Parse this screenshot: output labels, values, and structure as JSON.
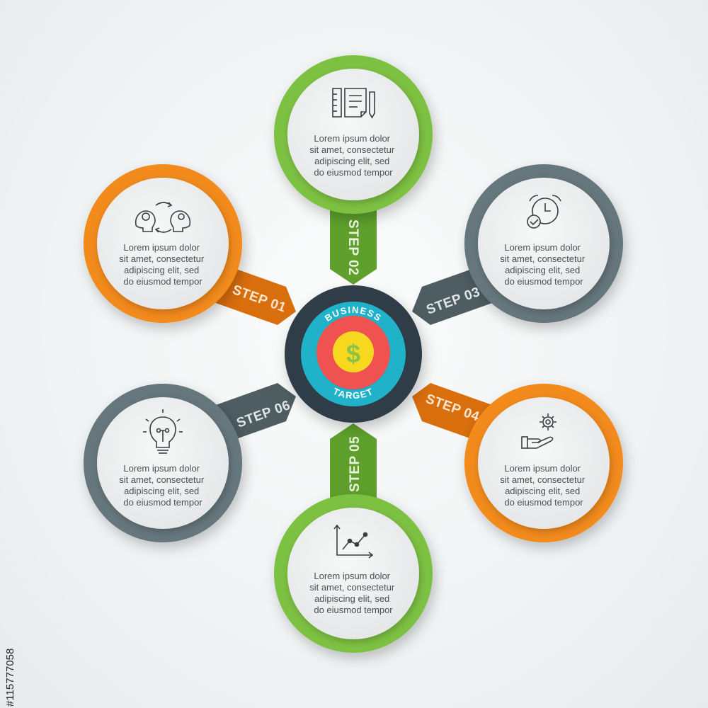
{
  "colors": {
    "orange": "#f28a1f",
    "orange_dark": "#d96e0c",
    "green": "#7dc142",
    "green_dark": "#5fa02c",
    "gray": "#65767c",
    "gray_dark": "#4e5d62",
    "card": "#f0f1f1",
    "center_dark": "#2f3c46",
    "center_blue": "#1fb2c9",
    "center_red": "#f05252",
    "center_yellow": "#f6d91f",
    "dollar_green": "#8bc34a"
  },
  "center": {
    "top_label": "BUSINESS",
    "bottom_label": "TARGET",
    "symbol": "$"
  },
  "steps": [
    {
      "label": "STEP 01",
      "icon": "mindset-exchange-icon",
      "text": [
        "Lorem ipsum dolor",
        "sit amet, consectetur",
        "adipiscing elit, sed",
        "do eiusmod tempor"
      ]
    },
    {
      "label": "STEP 02",
      "icon": "notes-ruler-pencil-icon",
      "text": [
        "Lorem ipsum dolor",
        "sit amet, consectetur",
        "adipiscing elit, sed",
        "do eiusmod tempor"
      ]
    },
    {
      "label": "STEP 03",
      "icon": "alarm-clock-check-icon",
      "text": [
        "Lorem ipsum dolor",
        "sit amet, consectetur",
        "adipiscing elit, sed",
        "do eiusmod tempor"
      ]
    },
    {
      "label": "STEP 04",
      "icon": "hand-gear-icon",
      "text": [
        "Lorem ipsum dolor",
        "sit amet, consectetur",
        "adipiscing elit, sed",
        "do eiusmod tempor"
      ]
    },
    {
      "label": "STEP 05",
      "icon": "growth-chart-icon",
      "text": [
        "Lorem ipsum dolor",
        "sit amet, consectetur",
        "adipiscing elit, sed",
        "do eiusmod tempor"
      ]
    },
    {
      "label": "STEP 06",
      "icon": "lightbulb-idea-icon",
      "text": [
        "Lorem ipsum dolor",
        "sit amet, consectetur",
        "adipiscing elit, sed",
        "do eiusmod tempor"
      ]
    }
  ],
  "stock_id": "#115777058"
}
